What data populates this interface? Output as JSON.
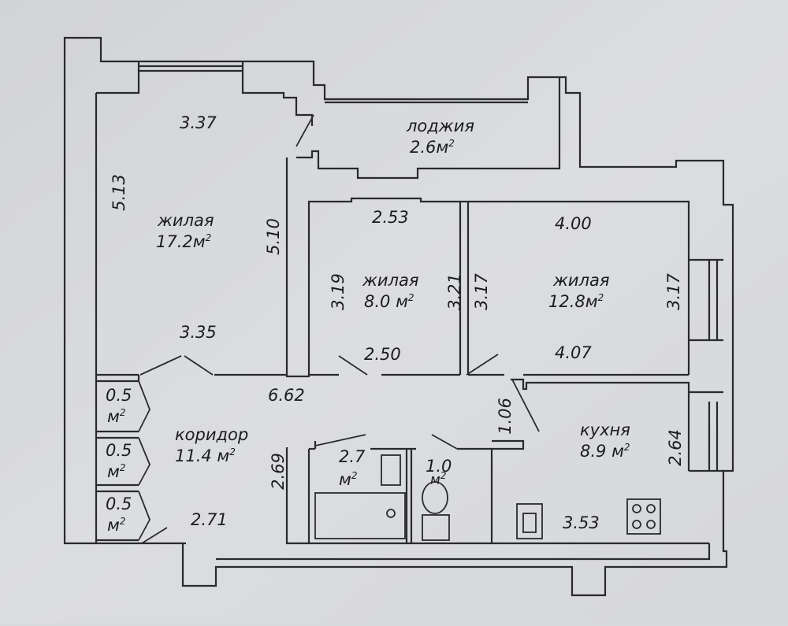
{
  "rooms": {
    "bedroom1": {
      "name": "жилая",
      "area": "17.2м",
      "sup": "2",
      "dim_top": "3.37",
      "dim_left": "5.13",
      "dim_right": "5.10",
      "dim_bottom": "3.35"
    },
    "loggia": {
      "name": "лоджия",
      "area": "2.6м",
      "sup": "2"
    },
    "bedroom2": {
      "name": "жилая",
      "area": "8.0 м",
      "sup": "2",
      "dim_top": "2.53",
      "dim_left": "3.19",
      "dim_right": "3.21",
      "dim_bottom": "2.50"
    },
    "bedroom3": {
      "name": "жилая",
      "area": "12.8м",
      "sup": "2",
      "dim_top": "4.00",
      "dim_left": "3.17",
      "dim_right": "3.17",
      "dim_bottom": "4.07"
    },
    "corridor": {
      "name": "коридор",
      "area": "11.4 м",
      "sup": "2",
      "dim_top": "6.62",
      "dim_right": "2.69",
      "dim_bottom": "2.71",
      "dim_door": "1.06"
    },
    "kitchen": {
      "name": "кухня",
      "area": "8.9 м",
      "sup": "2",
      "dim_right": "2.64",
      "dim_bottom": "3.53"
    },
    "bathroom": {
      "area": "2.7",
      "unit": "м",
      "sup": "2"
    },
    "toilet": {
      "area": "1.0",
      "unit": "м",
      "sup": "2"
    },
    "closets": [
      {
        "area": "0.5",
        "unit": "м",
        "sup": "2"
      },
      {
        "area": "0.5",
        "unit": "м",
        "sup": "2"
      },
      {
        "area": "0.5",
        "unit": "м",
        "sup": "2"
      }
    ]
  },
  "colors": {
    "paper": "#d9dadb",
    "wall": "#e6e7e8",
    "line": "#2a2a2e"
  }
}
